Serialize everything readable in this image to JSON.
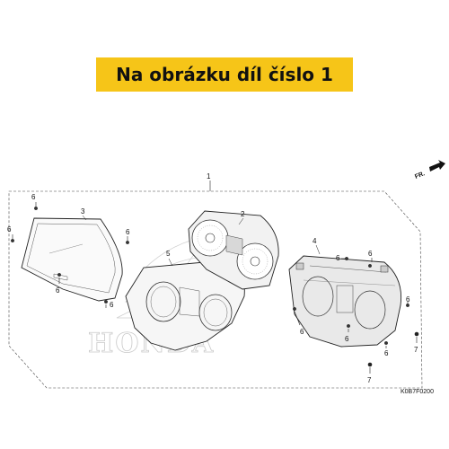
{
  "banner": {
    "text": "Na obrázku díl číslo 1"
  },
  "diagram": {
    "direction_label": "FR.",
    "diagram_code": "K0B7F0200",
    "watermark": "HONDA",
    "callouts": {
      "assembly": "1",
      "display_module": "2",
      "lens_cover": "3",
      "lower_case": "4",
      "bezel": "5",
      "screw": "6",
      "grommet": "7"
    }
  }
}
